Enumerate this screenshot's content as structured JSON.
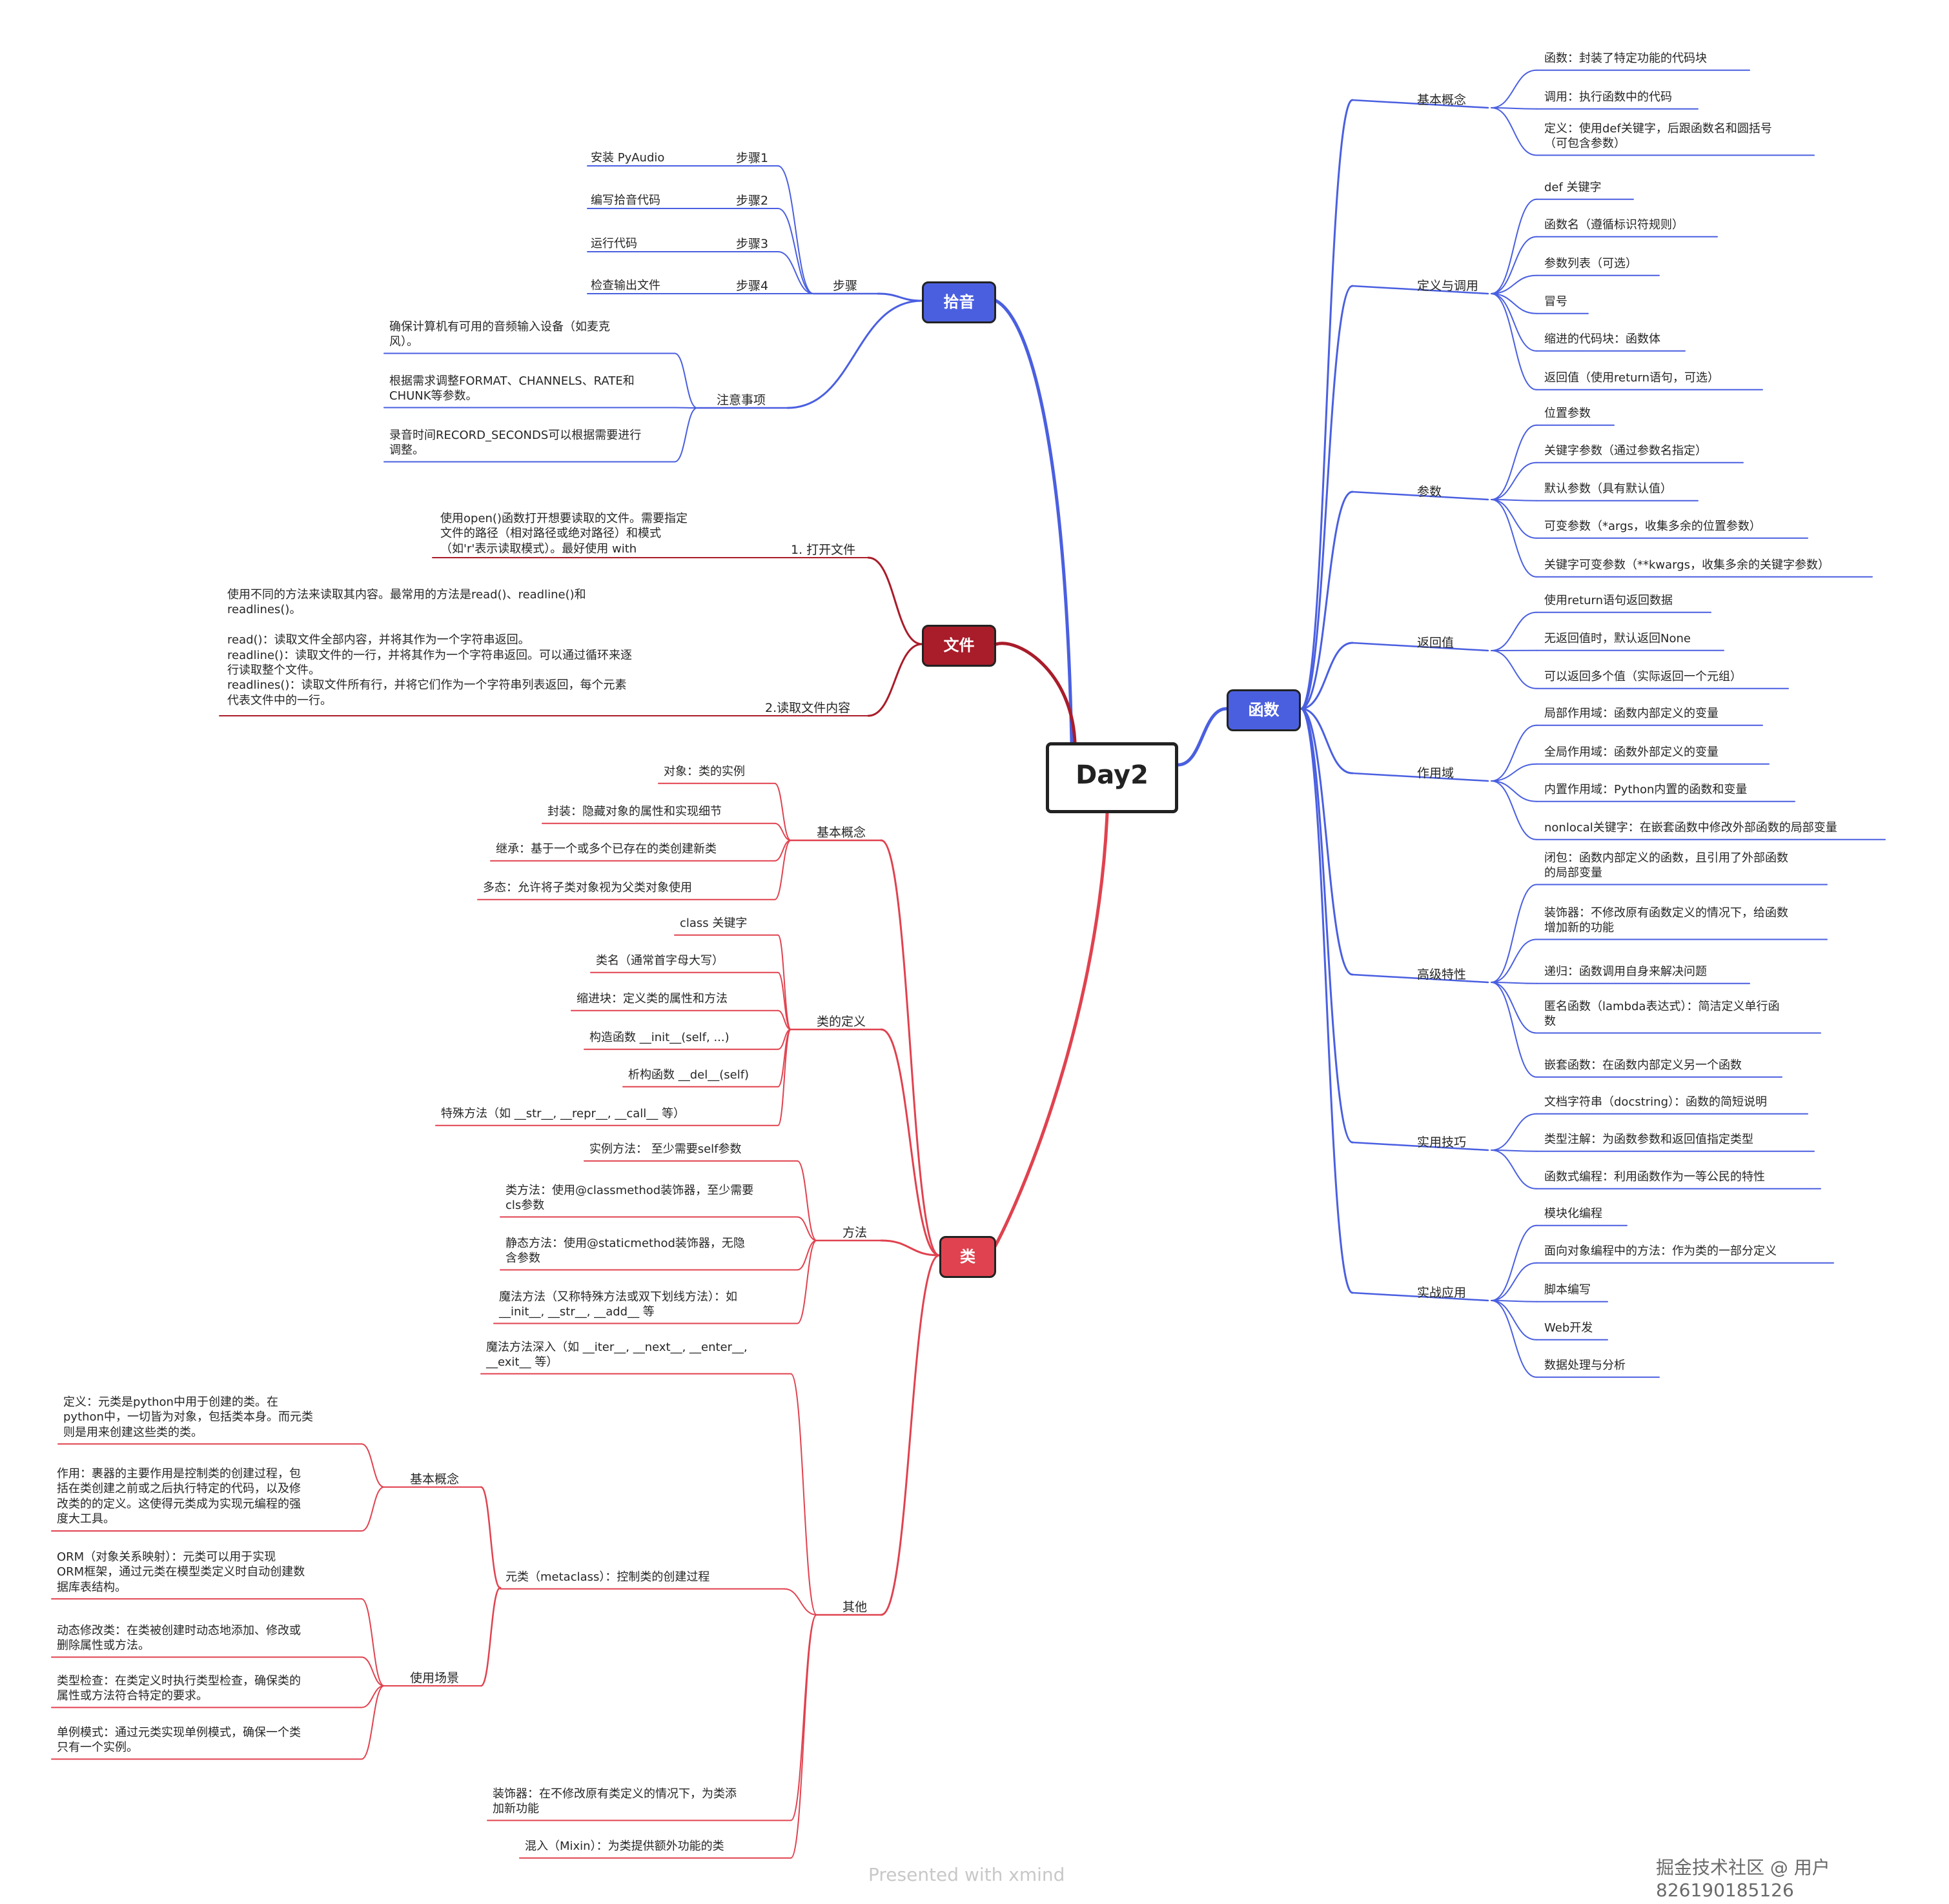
{
  "root": {
    "label": "Day2"
  },
  "branches": [
    {
      "label": "函数",
      "color": "#4a5fe0",
      "children": [
        {
          "label": "基本概念",
          "children": [
            "函数：封装了特定功能的代码块",
            "调用：执行函数中的代码",
            "定义：使用def关键字，后跟函数名和圆括号\n（可包含参数）"
          ]
        },
        {
          "label": "定义与调用",
          "children": [
            "def 关键字",
            "函数名（遵循标识符规则）",
            "参数列表（可选）",
            "冒号",
            "缩进的代码块：函数体",
            "返回值（使用return语句，可选）"
          ]
        },
        {
          "label": "参数",
          "children": [
            "位置参数",
            "关键字参数（通过参数名指定）",
            "默认参数（具有默认值）",
            "可变参数（*args，收集多余的位置参数）",
            "关键字可变参数（**kwargs，收集多余的关键字参数）"
          ]
        },
        {
          "label": "返回值",
          "children": [
            "使用return语句返回数据",
            "无返回值时，默认返回None",
            "可以返回多个值（实际返回一个元组）"
          ]
        },
        {
          "label": "作用域",
          "children": [
            "局部作用域：函数内部定义的变量",
            "全局作用域：函数外部定义的变量",
            "内置作用域：Python内置的函数和变量",
            "nonlocal关键字：在嵌套函数中修改外部函数的局部变量"
          ]
        },
        {
          "label": "高级特性",
          "children": [
            "闭包：函数内部定义的函数，且引用了外部函数\n的局部变量",
            "装饰器：不修改原有函数定义的情况下，给函数\n增加新的功能",
            "递归：函数调用自身来解决问题",
            "匿名函数（lambda表达式）：简洁定义单行函\n数",
            "嵌套函数：在函数内部定义另一个函数"
          ]
        },
        {
          "label": "实用技巧",
          "children": [
            "文档字符串（docstring）：函数的简短说明",
            "类型注解：为函数参数和返回值指定类型",
            "函数式编程：利用函数作为一等公民的特性"
          ]
        },
        {
          "label": "实战应用",
          "children": [
            "模块化编程",
            "面向对象编程中的方法：作为类的一部分定义",
            "脚本编写",
            "Web开发",
            "数据处理与分析"
          ]
        }
      ]
    },
    {
      "label": "拾音",
      "color": "#4a5fe0",
      "children": [
        {
          "label": "步骤",
          "children": [
            {
              "label": "步骤1",
              "children": [
                "安装 PyAudio"
              ]
            },
            {
              "label": "步骤2",
              "children": [
                "编写拾音代码"
              ]
            },
            {
              "label": "步骤3",
              "children": [
                "运行代码"
              ]
            },
            {
              "label": "步骤4",
              "children": [
                "检查输出文件"
              ]
            }
          ]
        },
        {
          "label": "注意事项",
          "children": [
            "确保计算机有可用的音频输入设备（如麦克\n风）。",
            "根据需求调整FORMAT、CHANNELS、RATE和\nCHUNK等参数。",
            "录音时间RECORD_SECONDS可以根据需要进行\n调整。"
          ]
        }
      ]
    },
    {
      "label": "文件",
      "color": "#a91c2a",
      "children": [
        {
          "label": "1. 打开文件",
          "children": [
            "使用open()函数打开想要读取的文件。需要指定\n文件的路径（相对路径或绝对路径）和模式\n（如'r'表示读取模式）。最好使用 with"
          ]
        },
        {
          "label": "2.读取文件内容",
          "children": [
            "使用不同的方法来读取其内容。最常用的方法是read()、readline()和\nreadlines()。\n\nread()：读取文件全部内容，并将其作为一个字符串返回。\nreadline()：读取文件的一行，并将其作为一个字符串返回。可以通过循环来逐\n行读取整个文件。\nreadlines()：读取文件所有行，并将它们作为一个字符串列表返回，每个元素\n代表文件中的一行。"
          ]
        }
      ]
    },
    {
      "label": "类",
      "color": "#e0424f",
      "children": [
        {
          "label": "基本概念",
          "children": [
            "对象：类的实例",
            "封装：隐藏对象的属性和实现细节",
            "继承：基于一个或多个已存在的类创建新类",
            "多态：允许将子类对象视为父类对象使用"
          ]
        },
        {
          "label": "类的定义",
          "children": [
            "class 关键字",
            "类名（通常首字母大写）",
            "缩进块：定义类的属性和方法",
            "构造函数 __init__(self, ...)",
            "析构函数 __del__(self)",
            "特殊方法（如 __str__, __repr__, __call__ 等）"
          ]
        },
        {
          "label": "方法",
          "children": [
            "实例方法： 至少需要self参数",
            "类方法：使用@classmethod装饰器，至少需要\ncls参数",
            "静态方法：使用@staticmethod装饰器，无隐\n含参数",
            "魔法方法（又称特殊方法或双下划线方法）：如\n__init__, __str__, __add__ 等"
          ]
        },
        {
          "label": "其他",
          "children": [
            {
              "label": "魔法方法深入（如 __iter__, __next__, __enter__,\n__exit__ 等）",
              "children": []
            },
            {
              "label": "元类（metaclass）：控制类的创建过程",
              "children": [
                {
                  "label": "基本概念",
                  "children": [
                    "定义：元类是python中用于创建的类。在\npython中，一切皆为对象，包括类本身。而元类\n则是用来创建这些类的类。",
                    "作用：裹器的主要作用是控制类的创建过程，包\n括在类创建之前或之后执行特定的代码，以及修\n改类的的定义。这使得元类成为实现元编程的强\n度大工具。"
                  ]
                },
                {
                  "label": "使用场景",
                  "children": [
                    "ORM（对象关系映射）：元类可以用于实现\nORM框架，通过元类在模型类定义时自动创建数\n据库表结构。",
                    "动态修改类：在类被创建时动态地添加、修改或\n删除属性或方法。",
                    "类型检查：在类定义时执行类型检查，确保类的\n属性或方法符合特定的要求。",
                    "单例模式：通过元类实现单例模式，确保一个类\n只有一个实例。"
                  ]
                }
              ]
            },
            {
              "label": "装饰器：在不修改原有类定义的情况下，为类添\n加新功能",
              "children": []
            },
            {
              "label": "混入（Mixin）：为类提供额外功能的类",
              "children": []
            }
          ]
        }
      ]
    }
  ],
  "footer": {
    "presented": "Presented with xmind",
    "watermark": "掘金技术社区 @ 用户826190185126"
  }
}
